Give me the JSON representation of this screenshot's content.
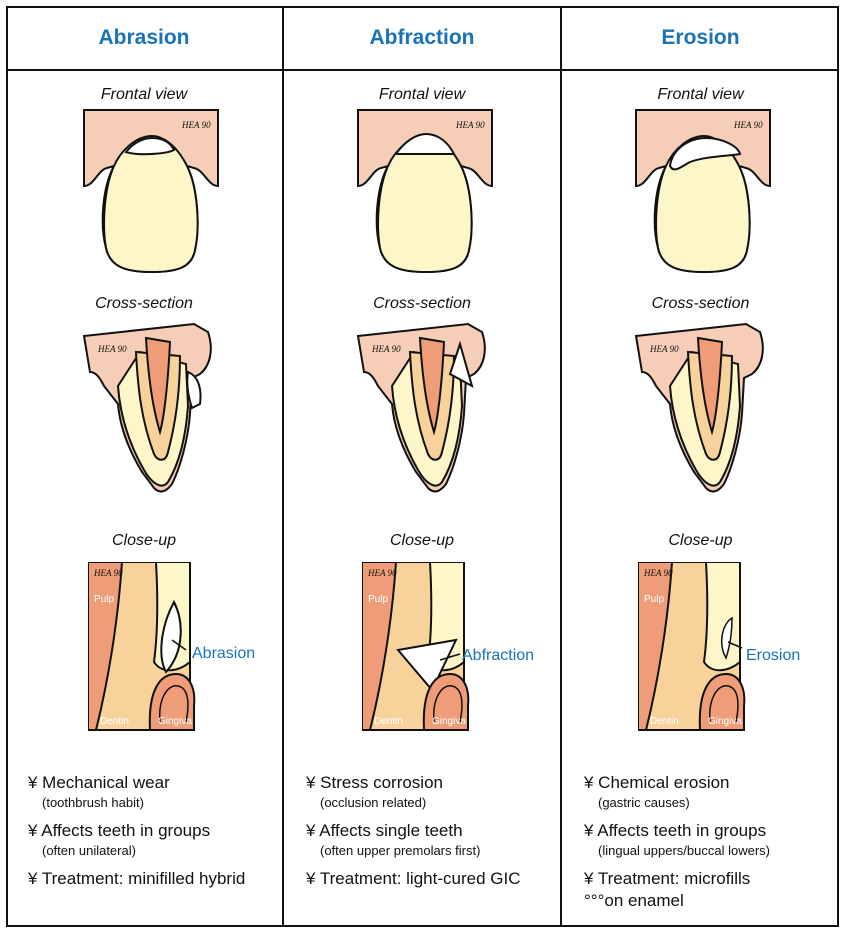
{
  "columns": [
    {
      "title": "Abrasion",
      "views": {
        "frontal": "Frontal view",
        "cross": "Cross-section",
        "close": "Close-up"
      },
      "signature": "HEA 90",
      "closeup_labels": {
        "pulp": "Pulp",
        "dentin": "Dentin",
        "gingiva": "Gingiva",
        "lesion": "Abrasion"
      },
      "bullets": [
        {
          "main": "¥ Mechanical wear",
          "sub": "(toothbrush habit)"
        },
        {
          "main": "¥ Affects teeth in groups",
          "sub": "(often unilateral)"
        },
        {
          "main": "¥ Treatment: minifilled hybrid",
          "sub": ""
        }
      ]
    },
    {
      "title": "Abfraction",
      "views": {
        "frontal": "Frontal view",
        "cross": "Cross-section",
        "close": "Close-up"
      },
      "signature": "HEA 90",
      "closeup_labels": {
        "pulp": "Pulp",
        "dentin": "Dentin",
        "gingiva": "Gingiva",
        "lesion": "Abfraction"
      },
      "bullets": [
        {
          "main": "¥ Stress corrosion",
          "sub": "(occlusion related)"
        },
        {
          "main": "¥ Affects single teeth",
          "sub": "(often upper premolars first)"
        },
        {
          "main": "¥ Treatment: light-cured GIC",
          "sub": ""
        }
      ]
    },
    {
      "title": "Erosion",
      "views": {
        "frontal": "Frontal view",
        "cross": "Cross-section",
        "close": "Close-up"
      },
      "signature": "HEA 90",
      "closeup_labels": {
        "pulp": "Pulp",
        "dentin": "Dentin",
        "gingiva": "Gingiva",
        "lesion": "Erosion"
      },
      "bullets": [
        {
          "main": "¥ Chemical erosion",
          "sub": "(gastric causes)"
        },
        {
          "main": "¥ Affects teeth in groups",
          "sub": "(lingual uppers/buccal lowers)"
        },
        {
          "main": "¥ Treatment: microfills",
          "sub": "°°°on enamel"
        }
      ]
    }
  ],
  "colors": {
    "header": "#1a73b8",
    "gum": "#f6cdb6",
    "enamel": "#fdf6c8",
    "dentin": "#f7d29a",
    "pulp": "#ef9d78",
    "lesion": "#ffffff"
  }
}
